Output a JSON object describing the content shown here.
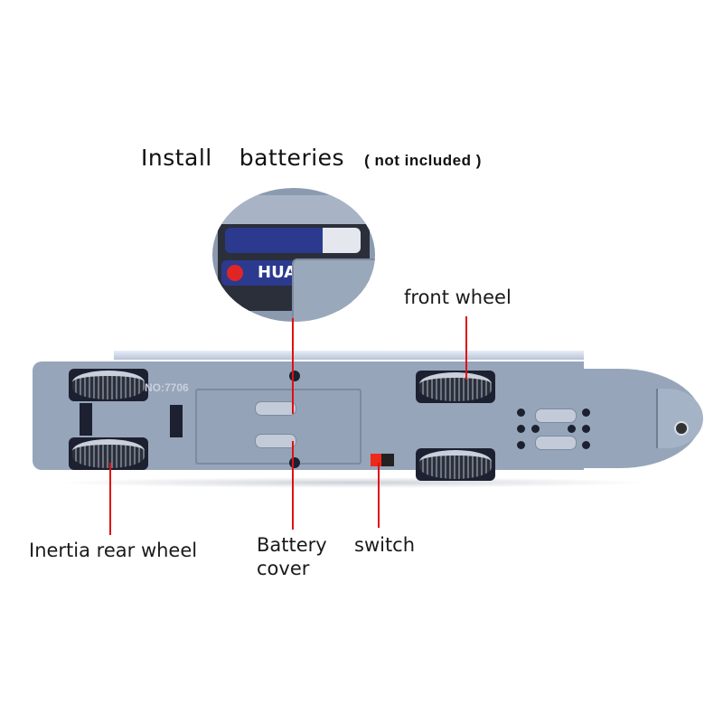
{
  "heading": {
    "word1": "Install",
    "word2": "batteries",
    "note": "( not included )"
  },
  "inset": {
    "battery_brand_visible": "HUA"
  },
  "product": {
    "part_number": "NO:7706"
  },
  "callouts": [
    {
      "id": "front-wheel",
      "label": "front wheel"
    },
    {
      "id": "inertia-rear-wheel",
      "label": "Inertia rear wheel"
    },
    {
      "id": "battery-cover",
      "line1": "Battery",
      "line2": "cover"
    },
    {
      "id": "switch",
      "label": "switch"
    }
  ],
  "colors": {
    "leader_line": "#e01010",
    "train_body": "#96a5ba",
    "switch_knob": "#ee2a1a",
    "background": "#ffffff"
  }
}
